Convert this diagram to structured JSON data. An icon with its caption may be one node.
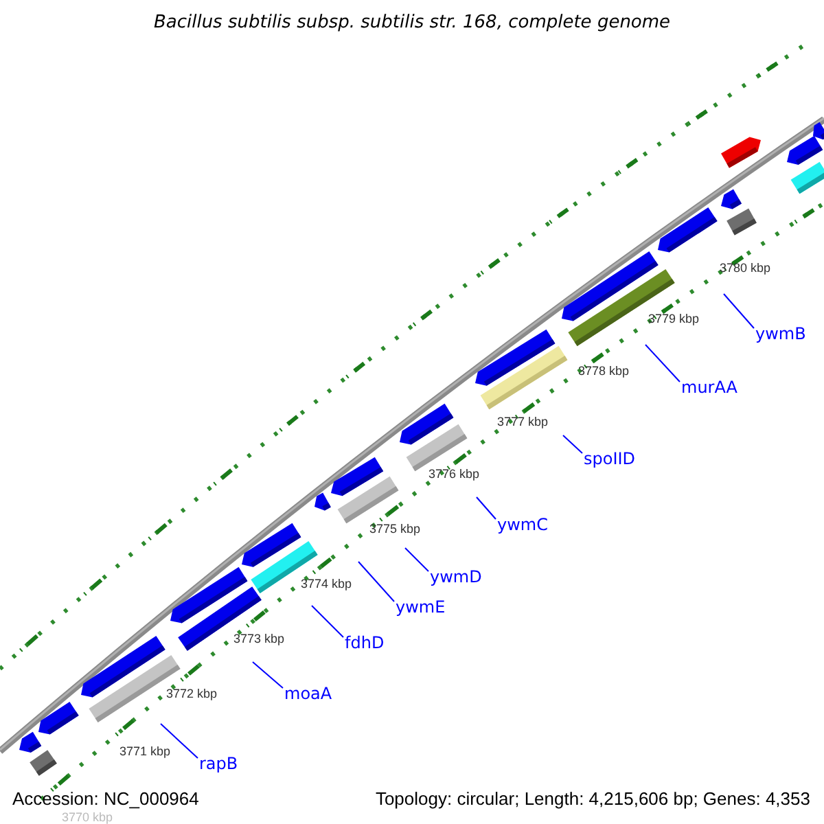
{
  "diagram": {
    "title": "Bacillus subtilis subsp. subtilis str. 168, complete genome",
    "nodes": [
      {
        "text": [
          "rapB"
        ]
      },
      {
        "text": [
          "moaA"
        ]
      },
      {
        "text": [
          "fdhD"
        ]
      },
      {
        "text": [
          "ywmE"
        ]
      },
      {
        "text": [
          "ywmD"
        ]
      },
      {
        "text": [
          "ywmC"
        ]
      },
      {
        "text": [
          "spoIID"
        ]
      },
      {
        "text": [
          "murAA"
        ]
      },
      {
        "text": [
          "ywmB"
        ]
      }
    ],
    "edges": [
      {
        "from": 0,
        "to": null,
        "arrow": "none"
      },
      {
        "from": 1,
        "to": null,
        "arrow": "none"
      },
      {
        "from": 2,
        "to": null,
        "arrow": "none"
      },
      {
        "from": 3,
        "to": null,
        "arrow": "none"
      },
      {
        "from": 4,
        "to": null,
        "arrow": "none"
      },
      {
        "from": 5,
        "to": null,
        "arrow": "none"
      },
      {
        "from": 6,
        "to": null,
        "arrow": "none"
      },
      {
        "from": 7,
        "to": null,
        "arrow": "none"
      },
      {
        "from": 8,
        "to": null,
        "arrow": "none"
      }
    ],
    "labels": [
      "3780 kbp",
      "3779 kbp",
      "3778 kbp",
      "3777 kbp",
      "3776 kbp",
      "3775 kbp",
      "3774 kbp",
      "3773 kbp",
      "3772 kbp",
      "3771 kbp",
      "Accession: NC_000964",
      "Topology: circular; Length: 4,215,606 bp; Genes: 4,353",
      "3770 kbp"
    ]
  }
}
